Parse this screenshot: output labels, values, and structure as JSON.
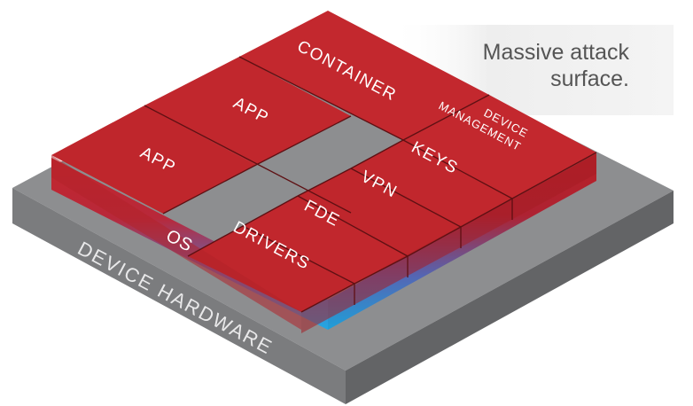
{
  "callout": {
    "line1": "Massive attack",
    "line2": "surface."
  },
  "layers": {
    "hardware": "DEVICE HARDWARE",
    "os": "OS"
  },
  "tiles": {
    "container": "CONTAINER",
    "app_top": "APP",
    "app_left": "APP",
    "device_management_line1": "DEVICE",
    "device_management_line2": "MANAGEMENT",
    "keys": "KEYS",
    "vpn": "VPN",
    "fde": "FDE",
    "drivers": "DRIVERS"
  },
  "colors": {
    "tile_red": "#c0282d",
    "os_blue": "#29a8e0",
    "hardware_gray": "#8a8b8d"
  }
}
